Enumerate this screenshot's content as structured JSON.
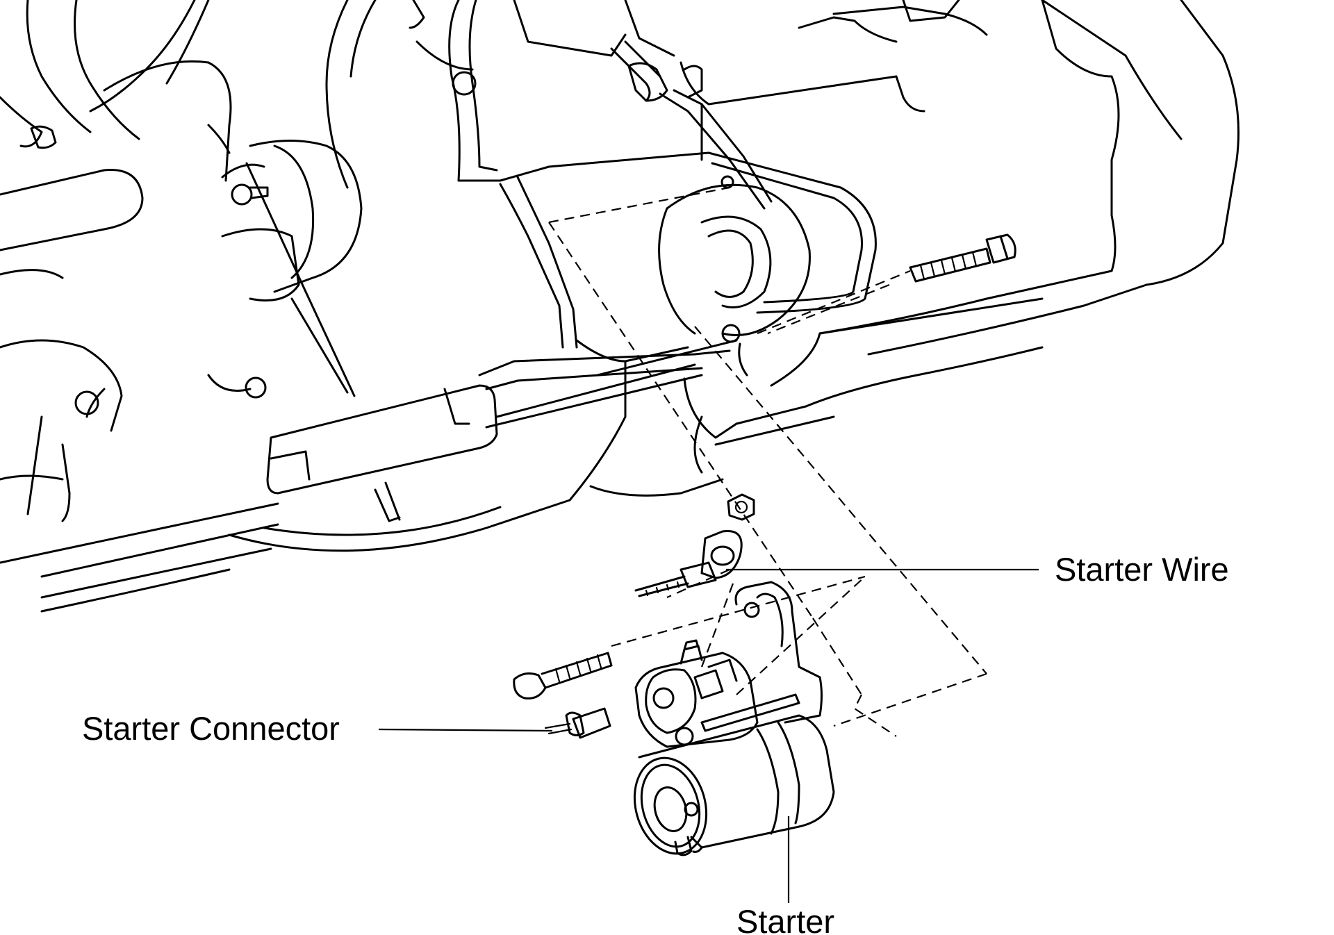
{
  "labels": {
    "starter_wire": "Starter Wire",
    "starter_connector": "Starter Connector",
    "starter": "Starter"
  }
}
